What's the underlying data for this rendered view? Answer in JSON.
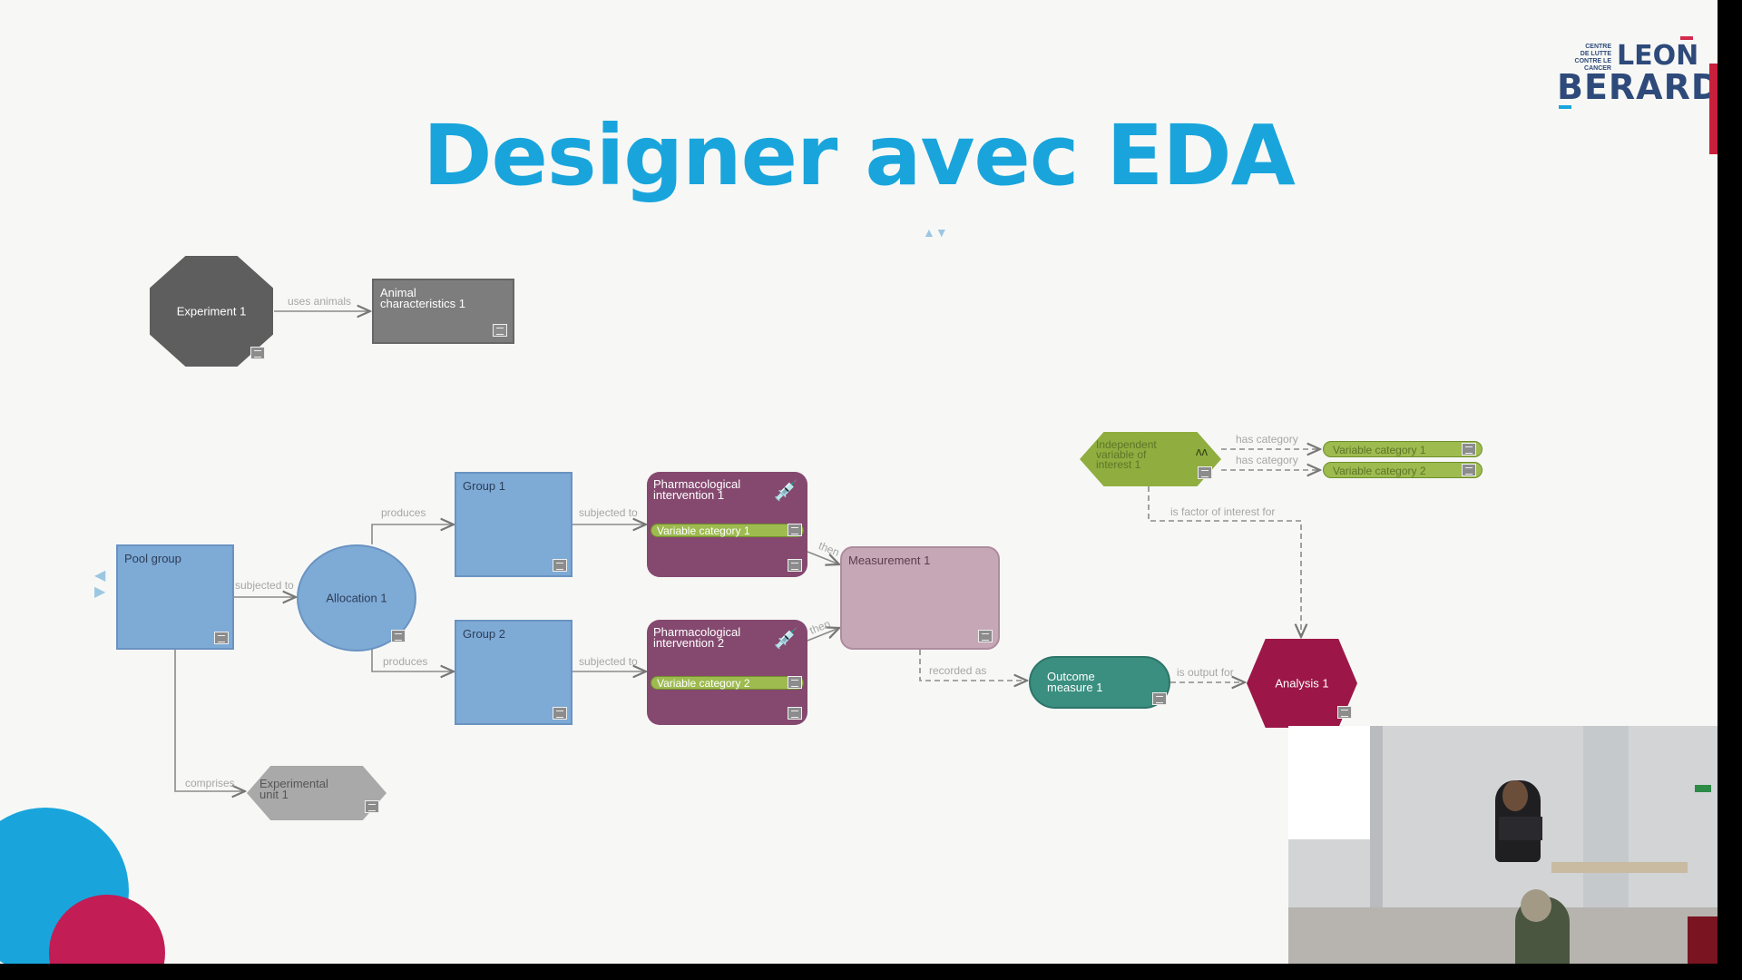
{
  "slide": {
    "title": "Designer avec EDA",
    "logo": {
      "line1": "CENTRE",
      "line2": "DE LUTTE",
      "line3": "CONTRE LE CANCER",
      "brand1": "LEON",
      "brand2": "BERARD"
    },
    "nav_arrows": "▲▼",
    "left_arrows": "◀\n▶"
  },
  "colors": {
    "title": "#19a5dc",
    "blue_node": "#7eaad6",
    "purple_node": "#85496f",
    "green_node": "#8fae3f",
    "teal_node": "#3a8f80",
    "analysis_node": "#9c1748",
    "measurement_node": "#c6a7b6",
    "experiment_node": "#5e5e5e"
  },
  "diagram": {
    "nodes": {
      "experiment": {
        "label": "Experiment 1",
        "shape": "octagon"
      },
      "animal_characteristics": {
        "label": "Animal characteristics 1",
        "shape": "rectangle"
      },
      "pool_group": {
        "label": "Pool group",
        "shape": "rectangle"
      },
      "allocation": {
        "label": "Allocation 1",
        "shape": "ellipse"
      },
      "group1": {
        "label": "Group 1",
        "shape": "rectangle"
      },
      "group2": {
        "label": "Group 2",
        "shape": "rectangle"
      },
      "pharm1": {
        "label": "Pharmacological intervention 1",
        "category": "Variable category 1",
        "icon": "syringe-icon"
      },
      "pharm2": {
        "label": "Pharmacological intervention 2",
        "category": "Variable category 2",
        "icon": "syringe-icon"
      },
      "measurement": {
        "label": "Measurement 1",
        "shape": "rounded-rectangle"
      },
      "outcome": {
        "label": "Outcome measure 1",
        "shape": "stadium"
      },
      "analysis": {
        "label": "Analysis 1",
        "shape": "hexagon"
      },
      "independent_variable": {
        "label": "Independent variable of interest 1",
        "shape": "hexagon",
        "glyph": "ʌʌ"
      },
      "varcat1": {
        "label": "Variable category 1"
      },
      "varcat2": {
        "label": "Variable category 2"
      },
      "experimental_unit": {
        "label": "Experimental unit 1",
        "shape": "hexagon"
      }
    },
    "edges": {
      "uses_animals": "uses animals",
      "subjected_to_pool": "subjected to",
      "produces_1": "produces",
      "produces_2": "produces",
      "subjected_to_1": "subjected to",
      "subjected_to_2": "subjected to",
      "then_1": "then",
      "then_2": "then",
      "recorded_as": "recorded as",
      "is_output_for": "is output for",
      "has_category_1": "has category",
      "has_category_2": "has category",
      "is_factor_of_interest_for": "is factor of interest for",
      "comprises": "comprises"
    }
  }
}
